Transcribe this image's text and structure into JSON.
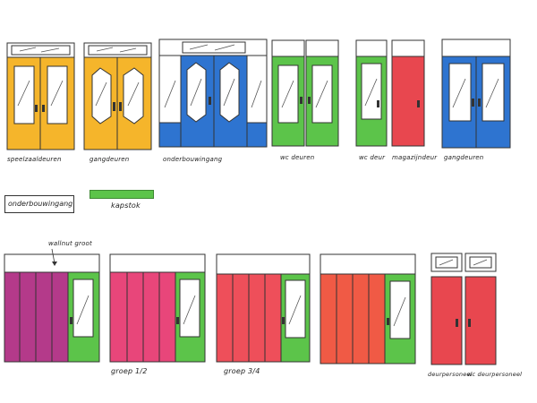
{
  "colors": {
    "yellow": "#f5b52b",
    "blue": "#2e74d0",
    "green": "#5cc44a",
    "red": "#e8474f",
    "magenta": "#b43a8a",
    "pink": "#e8467a",
    "salmon": "#ee4f5a",
    "orange_red": "#f05a45",
    "outline": "#333333"
  },
  "top_row_labels": {
    "speelzaaldeuren": "speelzaaldeuren",
    "gangdeuren_1": "gangdeuren",
    "onderbouwingang": "onderbouwingang",
    "wc_deuren": "wc deuren",
    "wc_deur": "wc deur",
    "magazijndeur": "magazijndeur",
    "gangdeuren_2": "gangdeuren"
  },
  "legend": {
    "onderbouwingang": "onderbouwingang",
    "kapstok": "kapstok"
  },
  "bottom_row_labels": {
    "wallnut_groot": "wallnut groot",
    "groep_12": "groep 1/2",
    "groep_34": "groep 3/4",
    "deurpersoneel": "deurpersoneel",
    "wc_deurpersoneel": "wc deurpersoneel"
  }
}
